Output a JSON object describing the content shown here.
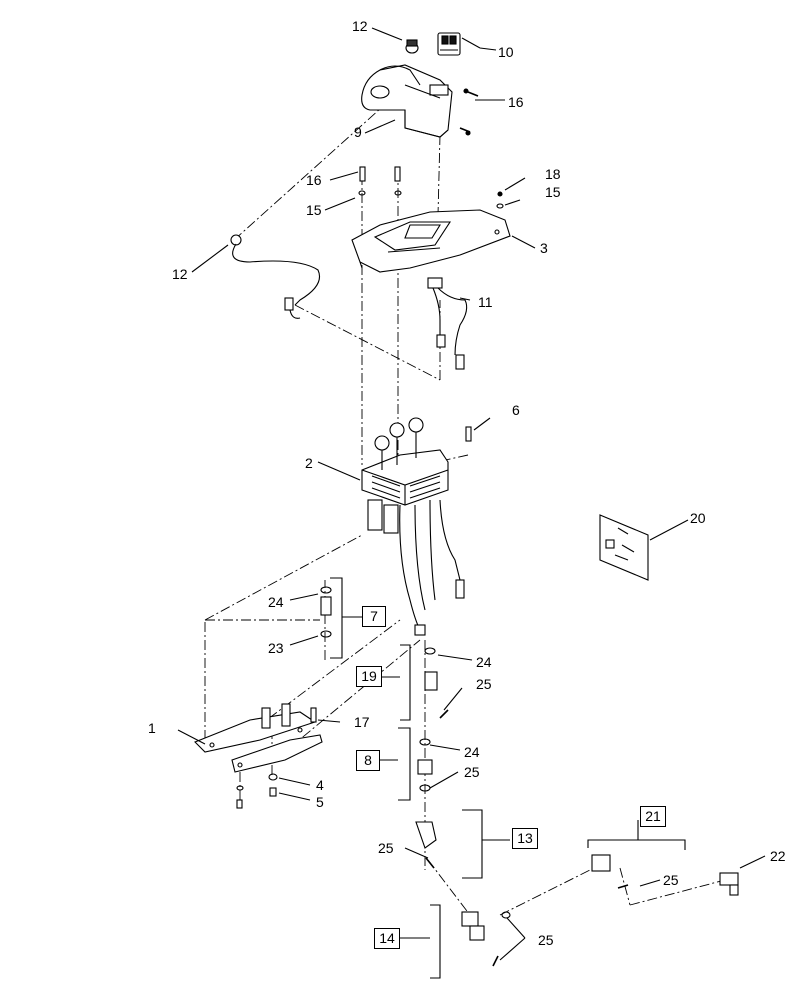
{
  "callouts": {
    "c1": "1",
    "c2": "2",
    "c3": "3",
    "c4": "4",
    "c5": "5",
    "c6": "6",
    "c9": "9",
    "c10": "10",
    "c11": "11",
    "c12a": "12",
    "c12b": "12",
    "c15a": "15",
    "c15b": "15",
    "c16a": "16",
    "c16b": "16",
    "c17": "17",
    "c18": "18",
    "c20": "20",
    "c22": "22",
    "c23": "23",
    "c24a": "24",
    "c24b": "24",
    "c24c": "24",
    "c25a": "25",
    "c25b": "25",
    "c25c": "25",
    "c25d": "25",
    "c25e": "25"
  },
  "boxed_callouts": {
    "b7": "7",
    "b8": "8",
    "b13": "13",
    "b14": "14",
    "b19": "19",
    "b21": "21"
  }
}
